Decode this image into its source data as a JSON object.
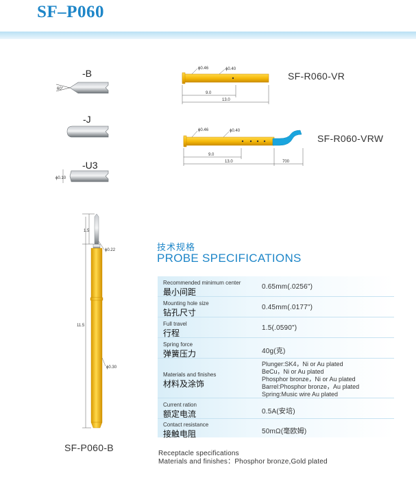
{
  "title": "SF–P060",
  "tips": [
    {
      "label": "-B"
    },
    {
      "label": "-J"
    },
    {
      "label": "-U3"
    }
  ],
  "tip_dims": {
    "b_angle": "60°",
    "u3_dia": "ϕ0.10"
  },
  "receptacles": [
    {
      "model": "SF-R060-VR",
      "dia1": "ϕ0.46",
      "dia2": "ϕ0.40",
      "len1": "9.0",
      "len2": "13.0"
    },
    {
      "model": "SF-R060-VRW",
      "dia1": "ϕ0.46",
      "dia2": "ϕ0.40",
      "len1": "9.0",
      "len2": "13.0",
      "len3": "700"
    }
  ],
  "probe": {
    "model": "SF-P060-B",
    "dim_tip": "1.5",
    "dim_length": "11.5",
    "dia_tip": "ϕ0.22",
    "dia_barrel": "ϕ0.30"
  },
  "spec_heading": {
    "cn": "技术规格",
    "en": "PROBE SPECIFICATIONS"
  },
  "specs": [
    {
      "en": "Recommended minimum center",
      "cn": "最小间距",
      "value": "0.65mm(.0256\")"
    },
    {
      "en": "Mounting hole size",
      "cn": "钻孔尺寸",
      "value": "0.45mm(.0177\")"
    },
    {
      "en": "Full travel",
      "cn": "行程",
      "value": "1.5(.0590\")"
    },
    {
      "en": "Spring force",
      "cn": "弹簧压力",
      "value": "40g(克)"
    },
    {
      "en": "Materials and finishes",
      "cn": "材料及涂饰",
      "lines": [
        "Plunger:SK4，Ni or Au plated",
        "BeCu，Ni or Au plated",
        "Phosphor bronze，Ni or Au plated",
        "Barrel:Phosphor bronze，Au plated",
        "Spring:Music wire Au plated"
      ]
    },
    {
      "en": "Current ration",
      "cn": "额定电流",
      "value": "0.5A(安培)"
    },
    {
      "en": "Contact resistance",
      "cn": "接触电阻",
      "value": "50mΩ(毫欧姆)"
    }
  ],
  "receptacle_specs": {
    "heading": "Receptacle specifications",
    "materials": "Materials and finishes：Phosphor bronze,Gold plated"
  },
  "colors": {
    "accent": "#1e86c8",
    "gold": "#f2b705",
    "wire": "#1aa5de",
    "steel": "#8a8f94"
  }
}
